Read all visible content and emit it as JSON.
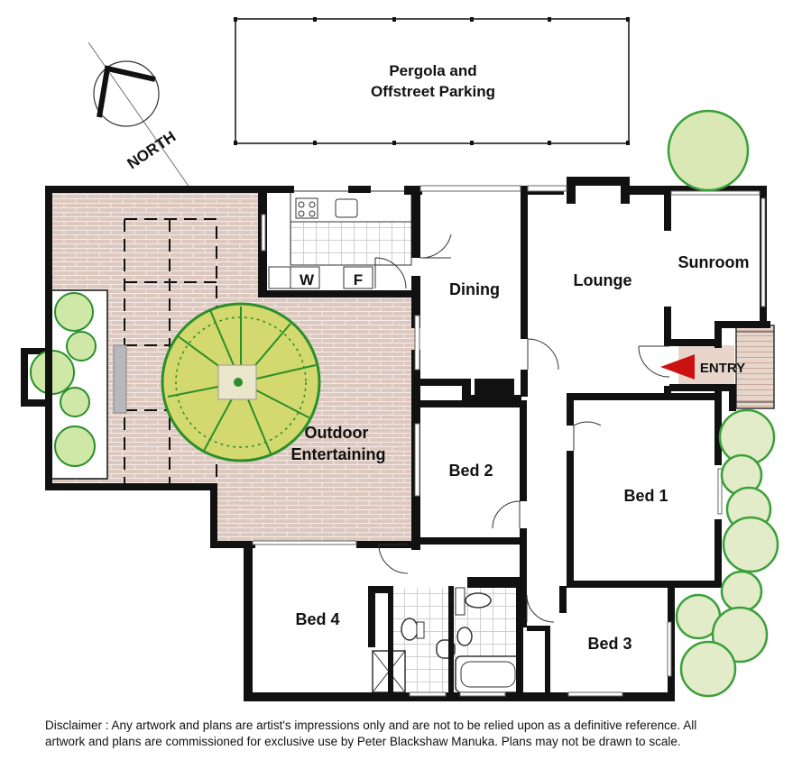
{
  "rooms": {
    "pergola_line1": "Pergola and",
    "pergola_line2": "Offstreet Parking",
    "dining": "Dining",
    "lounge": "Lounge",
    "sunroom": "Sunroom",
    "entry": "ENTRY",
    "outdoor_line1": "Outdoor",
    "outdoor_line2": "Entertaining",
    "bed1": "Bed 1",
    "bed2": "Bed 2",
    "bed3": "Bed 3",
    "bed4": "Bed 4",
    "laundry_w": "W",
    "laundry_f": "F"
  },
  "compass": {
    "label": "NORTH"
  },
  "disclaimer": {
    "line1": "Disclaimer : Any artwork and plans are artist's impressions only and are not to be relied upon as a definitive reference. All",
    "line2": "artwork and plans are commissioned for exclusive use by Peter Blackshaw Manuka. Plans may not be drawn to scale."
  },
  "colors": {
    "wall": "#111111",
    "paving": "#d9c6bd",
    "paving_lines": "#ffffff",
    "tree_green": "#2e9a2e",
    "tree_fill": "#c9d36a",
    "entry_arrow": "#cc1111"
  }
}
